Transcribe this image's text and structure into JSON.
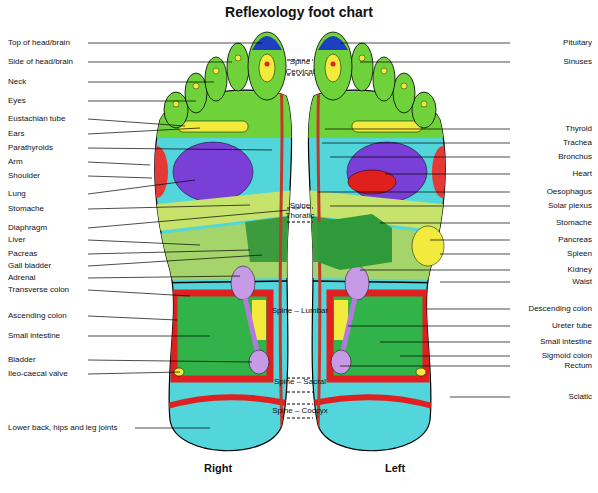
{
  "diagram": {
    "title": "Reflexology foot chart",
    "labels": [
      "Top of head/brain",
      "Side of head/brain",
      "Neck",
      "Eyes",
      "Eustachian tube",
      "Ears",
      "Parathyroids",
      "Arm",
      "Shoulder",
      "Lung",
      "Stomache",
      "Diaphragm",
      "Liver",
      "Pacreas",
      "Gall bladder",
      "Adrenal",
      "Transverse colon",
      "Ascending colon",
      "Small intestine",
      "Bladder",
      "Ileo-caecal valve",
      "Lower back, hips and leg joints",
      "Pituitary",
      "Sinuses",
      "Thyroid",
      "Trachea",
      "Bronchus",
      "Heart",
      "Oesophagus",
      "Solar plexus",
      "Stomache",
      "Pancreas",
      "Spleen",
      "Kidney",
      "Waist",
      "Descending colon",
      "Ureter tube",
      "Small intestine",
      "Sigmoid colon",
      "Rectum",
      "Sciatic",
      "Spine Cervical",
      "Spine Thoratic",
      "Spine – Lumbar",
      "Spine – Sacral",
      "Spine – Coccyx",
      "Right",
      "Left"
    ]
  }
}
